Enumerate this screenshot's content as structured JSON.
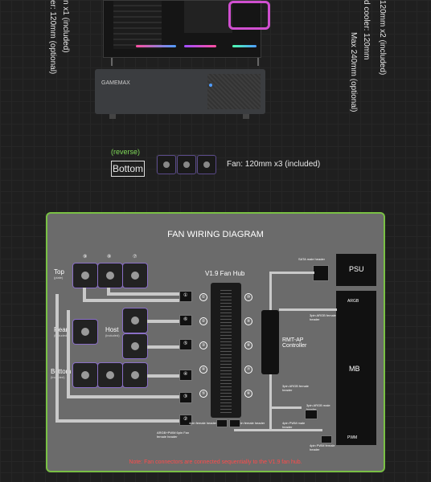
{
  "top_texts": {
    "left_line1": "n x1 (included)",
    "left_line2": "er: 120mm (optional)",
    "right_line1": "d cooler: 120mm",
    "right_line2": "Max 240mm (optional)",
    "right_line3": "120mm x2 (included)"
  },
  "brand": "GAMEMAX",
  "bottom": {
    "reverse": "(reverse)",
    "label": "Bottom",
    "fan_text": "Fan: 120mm x3 (included)"
  },
  "diagram": {
    "title": "FAN WIRING DIAGRAM",
    "hub_title": "V1.9 Fan Hub",
    "top": "Top",
    "top_sub": "(plate)",
    "rear": "Rear",
    "rear_sub": "(included)",
    "host": "Host",
    "host_sub": "(included)",
    "bottom": "Bottom",
    "bottom_sub": "(included)",
    "top_nums": [
      "⑨",
      "⑧",
      "⑦"
    ],
    "left_ports": [
      "①",
      "②",
      "③",
      "④",
      "⑤",
      "⑥"
    ],
    "right_ports": [
      "⑩",
      "⑨",
      "⑧",
      "⑦",
      "⑥"
    ],
    "psu": "PSU",
    "mb": "MB",
    "argb": "ARGB",
    "pwm": "PWM",
    "controller": "RMT-AP Controller",
    "sata": "SATA male header",
    "argb3_female": "3pin ARGB female header",
    "argb3_female2": "3pin ARGB female header",
    "argb3_male": "3pin ARGB male header",
    "pwm4_male": "4pin PWM male header",
    "pwm4_female": "4pin PWM female header",
    "f4pin": "4pin female header",
    "f3pin": "3pin female header",
    "argbpwm": "ARGB+PWM 6pin Fan female header",
    "note": "Note: Fan connectors are connected sequentially to the V1.9 fan hub."
  },
  "colors": {
    "accent": "#79c044",
    "note": "#ff4b4b",
    "panel": "#6b6b6b"
  }
}
